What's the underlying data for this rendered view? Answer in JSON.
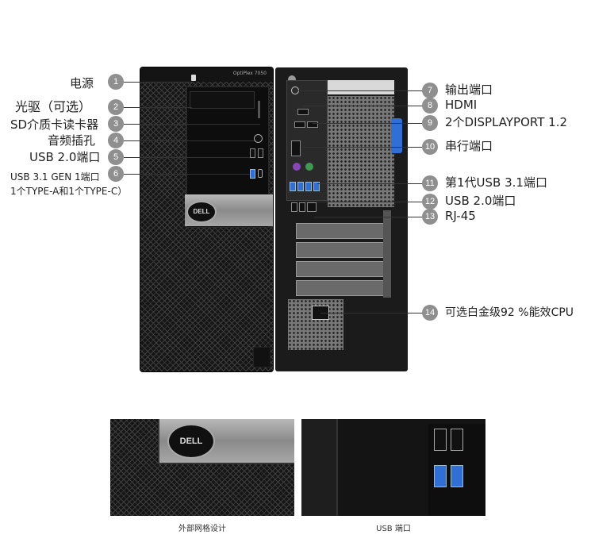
{
  "model": "OptiPlex 7050",
  "brand": "DELL",
  "left_callouts": [
    {
      "num": "1",
      "text": "电源"
    },
    {
      "num": "2",
      "text": "光驱（可选）"
    },
    {
      "num": "3",
      "text": "SD介质卡读卡器"
    },
    {
      "num": "4",
      "text": "音频插孔"
    },
    {
      "num": "5",
      "text": "USB 2.0端口"
    },
    {
      "num": "6",
      "text": "USB 3.1 GEN 1端口",
      "text2": "1个TYPE-A和1个TYPE-C）"
    }
  ],
  "right_callouts": [
    {
      "num": "7",
      "text": "输出端口"
    },
    {
      "num": "8",
      "text": "HDMI"
    },
    {
      "num": "9",
      "text": "2个DISPLAYPORT 1.2"
    },
    {
      "num": "10",
      "text": "串行端口"
    },
    {
      "num": "11",
      "text": "第1代USB 3.1端口"
    },
    {
      "num": "12",
      "text": "USB 2.0端口"
    },
    {
      "num": "13",
      "text": "RJ-45"
    },
    {
      "num": "14",
      "text": "可选白金级92 %能效CPU"
    }
  ],
  "captions": {
    "mesh": "外部网格设计",
    "usb": "USB 端口"
  }
}
